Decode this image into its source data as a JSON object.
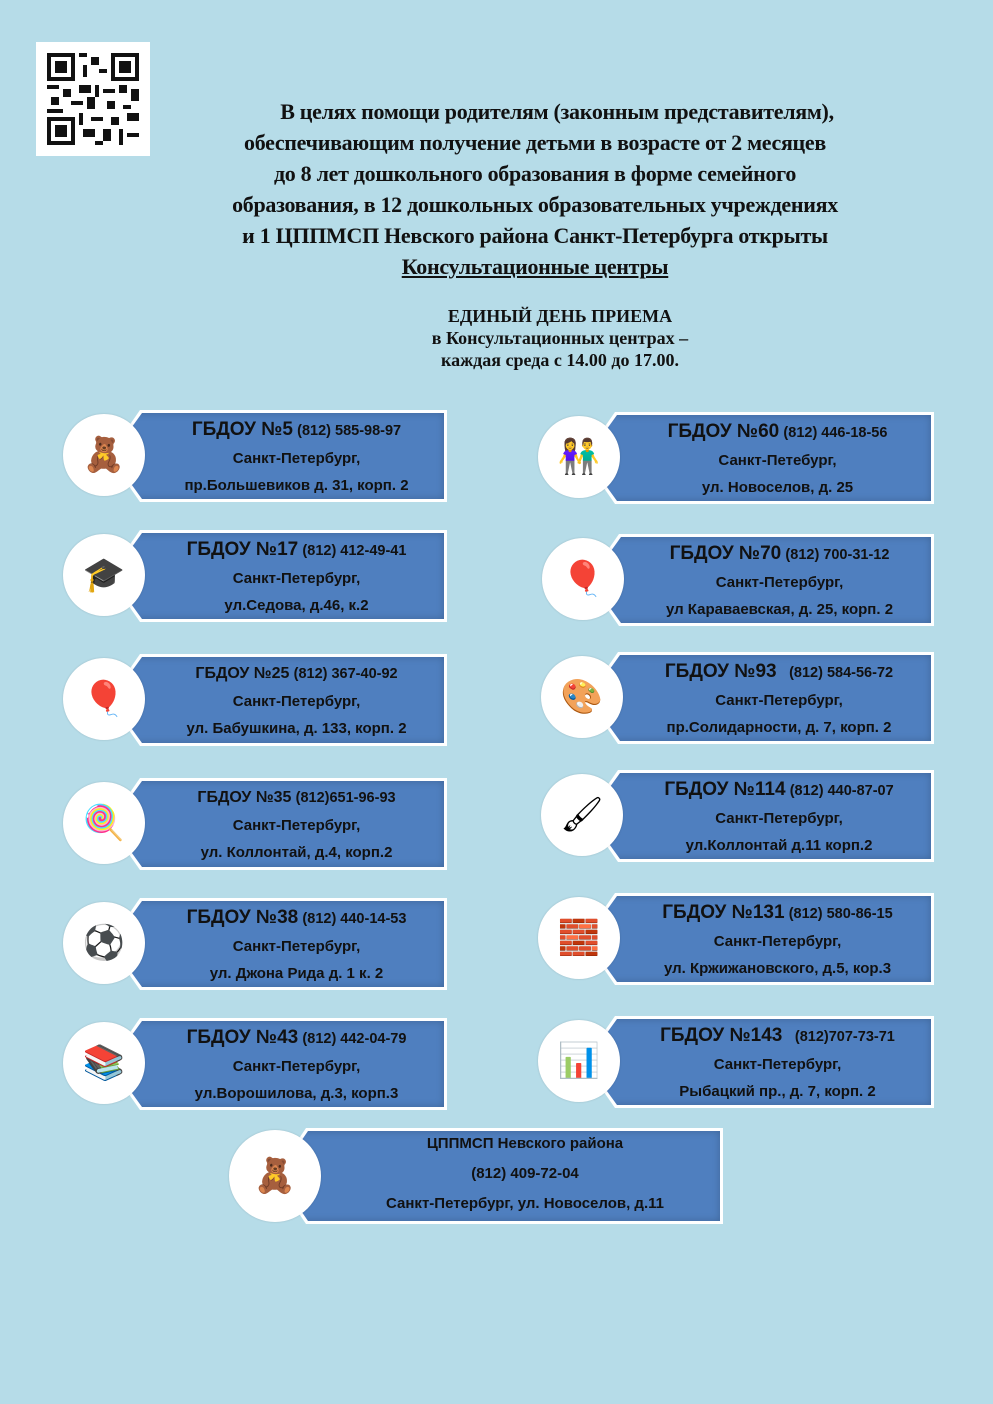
{
  "qr": {
    "label": "QR code"
  },
  "intro": {
    "lines": [
      "В целях помощи родителям (законным представителям),",
      "обеспечивающим получение детьми в возрасте от 2 месяцев",
      "до 8 лет дошкольного образования в форме семейного",
      "образования, в 12 дошкольных образовательных учреждениях",
      "и 1 ЦППМСП  Невского района Санкт-Петербурга открыты"
    ],
    "underlined": "Консультационные центры"
  },
  "reception_day": {
    "title": "ЕДИНЫЙ ДЕНЬ ПРИЕМА",
    "line2": "в Консультационных центрах –",
    "line3": "каждая среда с 14.00 до 17.00."
  },
  "centers": [
    {
      "name": "ГБДОУ №5",
      "phone": "(812) 585-98-97",
      "city": "Санкт-Петербург,",
      "address": "пр.Большевиков д. 31,  корп. 2",
      "icon": "🧸"
    },
    {
      "name": "ГБДОУ №17",
      "phone": "(812) 412-49-41",
      "city": "Санкт-Петербург,",
      "address": "ул.Седова, д.46, к.2",
      "icon": "🎓"
    },
    {
      "name": "ГБДОУ №25",
      "phone": "(812) 367-40-92",
      "city": "Санкт-Петербург,",
      "address": "ул. Бабушкина, д. 133, корп. 2",
      "icon": "🎈"
    },
    {
      "name": "ГБДОУ №35",
      "phone": "(812)651-96-93",
      "city": "Санкт-Петербург,",
      "address": "ул. Коллонтай, д.4, корп.2",
      "icon": "🍭"
    },
    {
      "name": "ГБДОУ №38",
      "phone": "(812) 440-14-53",
      "city": "Санкт-Петербург,",
      "address": "ул. Джона Рида д. 1 к. 2",
      "icon": "⚽"
    },
    {
      "name": "ГБДОУ №43",
      "phone": "(812) 442-04-79",
      "city": "Санкт-Петербург,",
      "address": "ул.Ворошилова, д.3, корп.3",
      "icon": "📚"
    },
    {
      "name": "ГБДОУ №60",
      "phone": "(812) 446-18-56",
      "city": "Санкт-Петебург,",
      "address": "ул. Новоселов, д. 25",
      "icon": "👫"
    },
    {
      "name": "ГБДОУ №70",
      "phone": "(812) 700-31-12",
      "city": "Санкт-Петербург,",
      "address": "ул Караваевская, д. 25, корп. 2",
      "icon": "🎈"
    },
    {
      "name": "ГБДОУ №93",
      "phone": "(812) 584-56-72",
      "city": "Санкт-Петербург,",
      "address": "пр.Солидарности, д. 7, корп. 2",
      "icon": "🎨"
    },
    {
      "name": "ГБДОУ №114",
      "phone": "(812) 440-87-07",
      "city": "Санкт-Петербург,",
      "address": "ул.Коллонтай д.11 корп.2",
      "icon": "🖌"
    },
    {
      "name": "ГБДОУ №131",
      "phone": "(812) 580-86-15",
      "city": "Санкт-Петербург,",
      "address": "ул. Кржижановского, д.5, кор.3",
      "icon": "🧱"
    },
    {
      "name": "ГБДОУ №143",
      "phone": "(812)707-73-71",
      "city": "Санкт-Петербург,",
      "address": "Рыбацкий пр., д. 7, корп. 2",
      "icon": "📊"
    }
  ],
  "main_center": {
    "name": "ЦППМСП Невского района",
    "phone": "(812) 409-72-04",
    "address": "Санкт-Петербург, ул. Новоселов, д.11",
    "icon": "🧸"
  },
  "colors": {
    "background": "#b6dce8",
    "banner": "#4f7fbf"
  }
}
